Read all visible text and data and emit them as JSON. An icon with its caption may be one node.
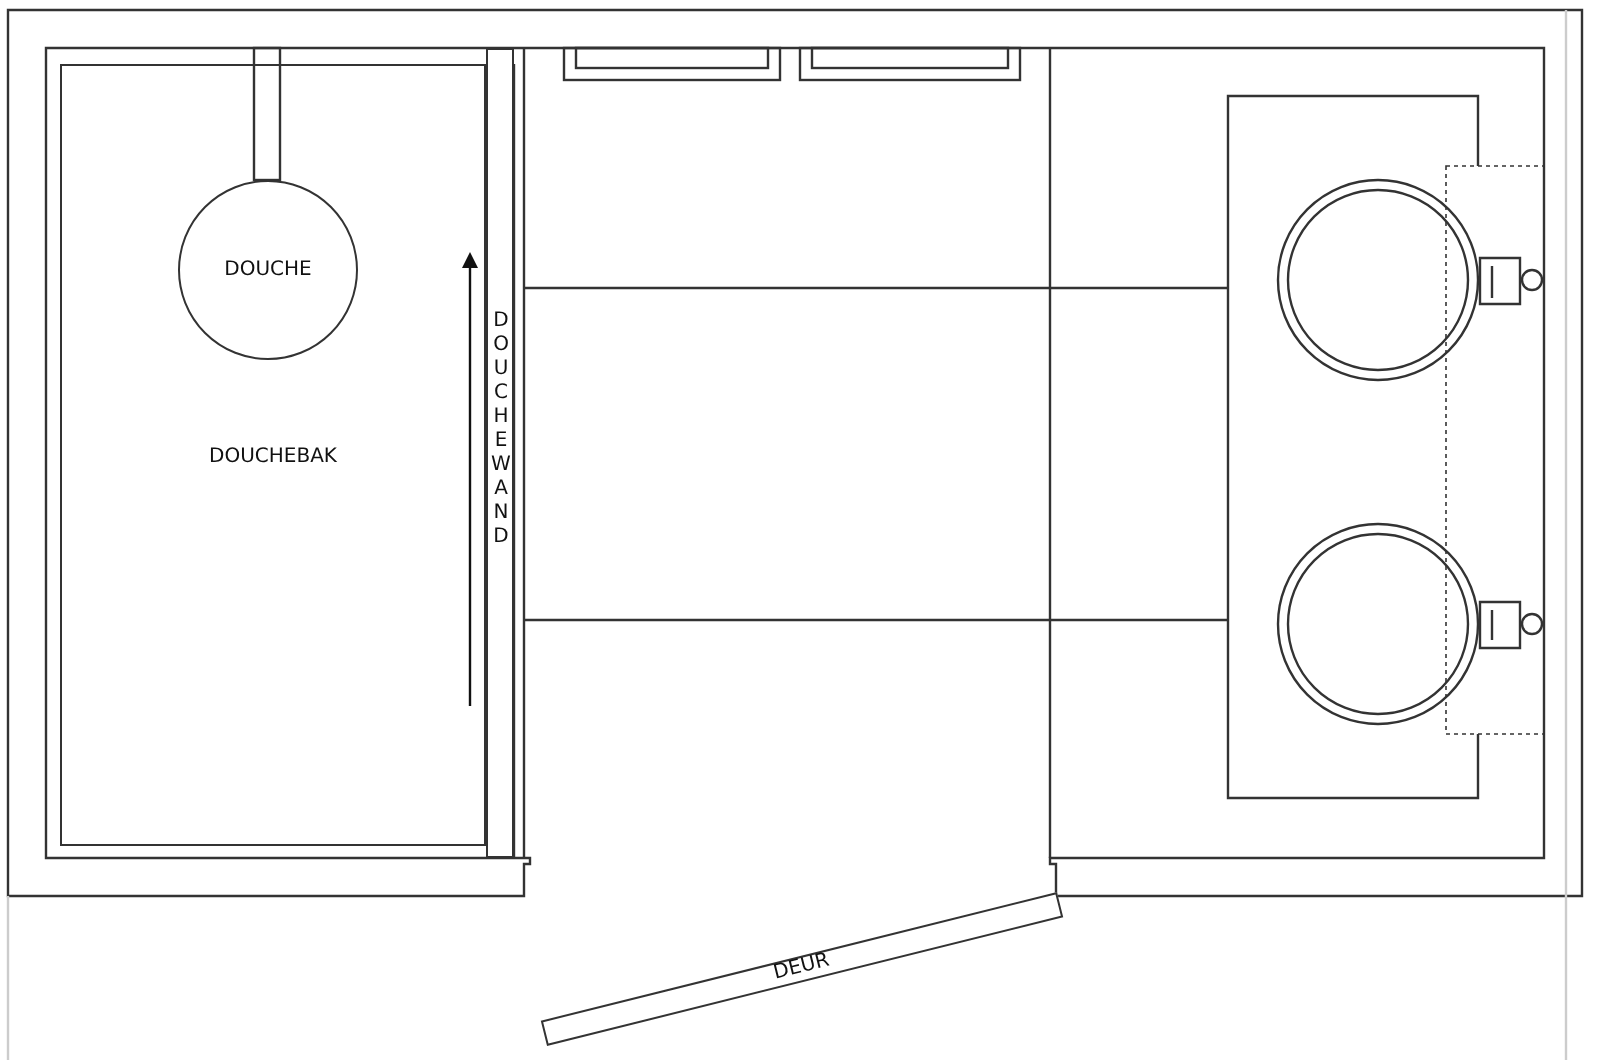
{
  "diagram": {
    "nodes": [
      {
        "text": [
          "DOUCHEBAK"
        ]
      },
      {
        "text": [
          "DOUCHE"
        ],
        "in": 0
      },
      {
        "text": [
          "DOUCHEWAND"
        ]
      },
      {
        "text": [
          "DEUR"
        ]
      }
    ]
  }
}
